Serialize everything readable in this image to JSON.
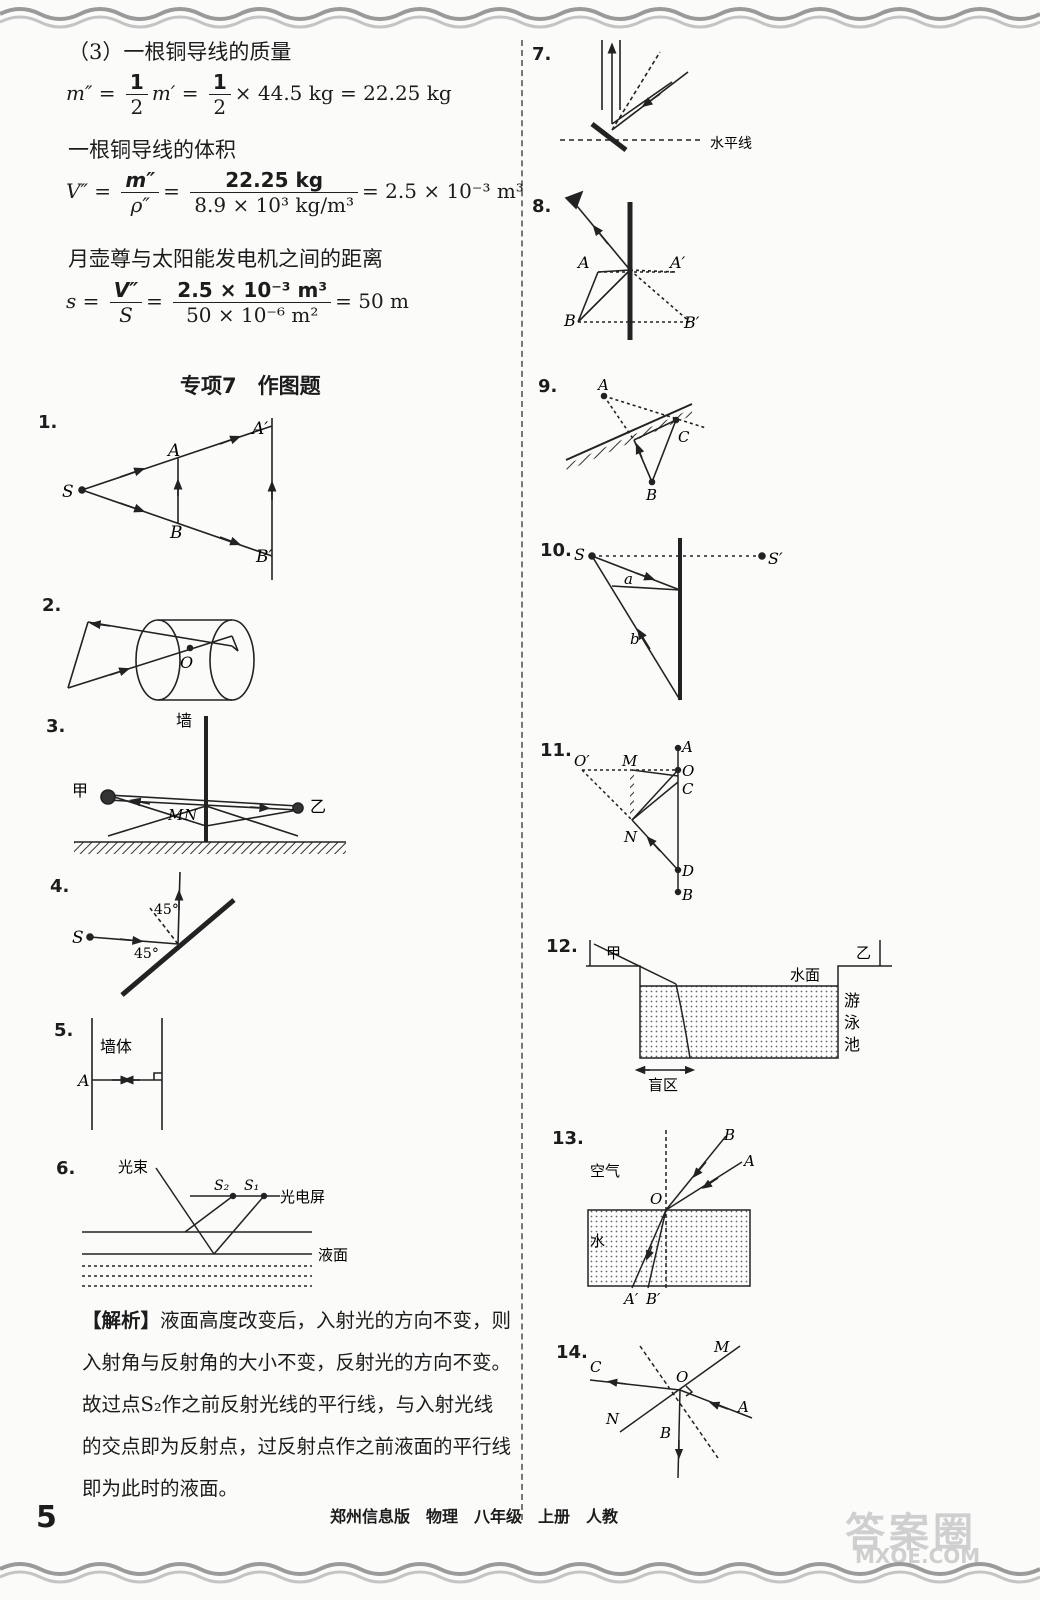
{
  "left_text": {
    "line1": "（3）一根铜导线的质量",
    "eq1": {
      "lhs": "m″ =",
      "f1_num": "1",
      "f1_den": "2",
      "mid": "m′ =",
      "f2_num": "1",
      "f2_den": "2",
      "rhs": "× 44.5 kg = 22.25 kg"
    },
    "line2": "一根铜导线的体积",
    "eq2": {
      "lhs_num": "m″",
      "lhs_den": "ρ″",
      "lhs_prefix": "V″ =",
      "f_num": "22.25 kg",
      "f_den": "8.9 × 10³ kg/m³",
      "rhs": "= 2.5 × 10⁻³ m³"
    },
    "line3": "月壶尊与太阳能发电机之间的距离",
    "eq3": {
      "prefix": "s =",
      "l_num": "V″",
      "l_den": "S",
      "f_num": "2.5 × 10⁻³ m³",
      "f_den": "50 × 10⁻⁶ m²",
      "rhs": "= 50 m"
    }
  },
  "section_title": "专项7　作图题",
  "question_numbers": [
    "1.",
    "2.",
    "3.",
    "4.",
    "5.",
    "6.",
    "7.",
    "8.",
    "9.",
    "10.",
    "11.",
    "12.",
    "13.",
    "14."
  ],
  "diagram_labels": {
    "q1": [
      "S",
      "A",
      "B",
      "A′",
      "B′"
    ],
    "q2": [
      "O"
    ],
    "q3": [
      "墙",
      "甲",
      "乙",
      "M",
      "N"
    ],
    "q4": [
      "S",
      "45°",
      "45°"
    ],
    "q5": [
      "墙体",
      "A"
    ],
    "q6": [
      "光束",
      "S₂",
      "S₁",
      "光电屏",
      "液面"
    ],
    "q7": [
      "水平线"
    ],
    "q8": [
      "A",
      "A′",
      "B",
      "B′"
    ],
    "q9": [
      "A",
      "C",
      "B"
    ],
    "q10": [
      "S",
      "S′",
      "a",
      "b"
    ],
    "q11": [
      "O′",
      "M",
      "A",
      "O",
      "C",
      "N",
      "D",
      "B"
    ],
    "q12": [
      "甲",
      "乙",
      "水面",
      "游",
      "泳",
      "池",
      "盲区"
    ],
    "q13": [
      "B",
      "A",
      "空气",
      "O",
      "水",
      "A′",
      "B′"
    ],
    "q14": [
      "C",
      "M",
      "O",
      "N",
      "A",
      "B"
    ]
  },
  "analysis": {
    "label": "【解析】",
    "text": "液面高度改变后，入射光的方向不变，则入射角与反射角的大小不变，反射光的方向不变。故过点S₂作之前反射光线的平行线，与入射光线的交点即为反射点，过反射点作之前液面的平行线即为此时的液面。"
  },
  "footer": {
    "page_number": "5",
    "info": "郑州信息版　物理　八年级　上册　人教"
  },
  "watermark": {
    "cn": "答案圈",
    "url": "MXQE.COM"
  }
}
